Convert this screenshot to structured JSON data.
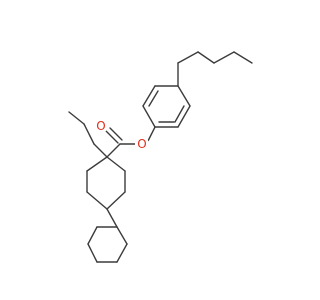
{
  "molecule": {
    "colors": {
      "bond": "#3c3c3c",
      "oxygen": "#e0301e"
    },
    "atoms": {
      "carbonyl_oxygen": {
        "element": "O",
        "label": "O"
      },
      "ester_oxygen": {
        "element": "O",
        "label": "O"
      }
    }
  }
}
